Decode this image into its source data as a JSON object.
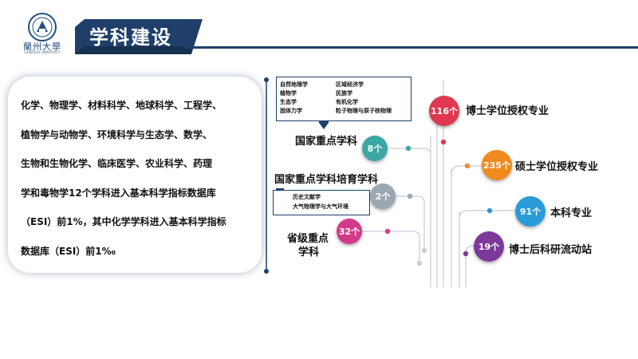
{
  "header": {
    "logo_text": "蘭州大學",
    "logo_sub": "LANZHOU UNIVERSITY",
    "title": "学科建设"
  },
  "panel": {
    "lines": [
      "化学、物理学、材料科学、地球科学、工程学、",
      "植物学与动物学、环境科学与生态学、数学、",
      "生物和生物化学、临床医学、农业科学、药理",
      "学和毒物学12个学科进入基本科学指标数据库",
      "（ESI）前1%，其中化学学科进入基本科学指标",
      "数据库（ESI）前1‰"
    ]
  },
  "national_key_box": {
    "col1": [
      "自然地理学",
      "植物学",
      "生态学",
      "固体力学"
    ],
    "col2": [
      "区域经济学",
      "民族学",
      "有机化学",
      "粒子物理与原子核物理"
    ]
  },
  "cultivation_box": {
    "items": [
      "历史文献学",
      "大气物理学与大气环境"
    ]
  },
  "left_labels": {
    "national_key": "国家重点学科",
    "national_cultivation": "国家重点学科培育学科",
    "provincial_line1": "省级重点",
    "provincial_line2": "学科"
  },
  "stats": {
    "national_key": {
      "value": "8个",
      "color": "#3aa7a4"
    },
    "cultivation": {
      "value": "2个",
      "color": "#9aa8b4"
    },
    "provincial": {
      "value": "32个",
      "color": "#d43a8a"
    },
    "doctoral": {
      "value": "116个",
      "label": "博士学位授权专业",
      "color": "#e0384e"
    },
    "master": {
      "value": "235个",
      "label": "硕士学位授权专业",
      "color": "#f08a1c"
    },
    "undergrad": {
      "value": "91个",
      "label": "本科专业",
      "color": "#2b9bd8"
    },
    "postdoc": {
      "value": "19个",
      "label": "博士后科研流动站",
      "color": "#7b3a9a"
    }
  }
}
